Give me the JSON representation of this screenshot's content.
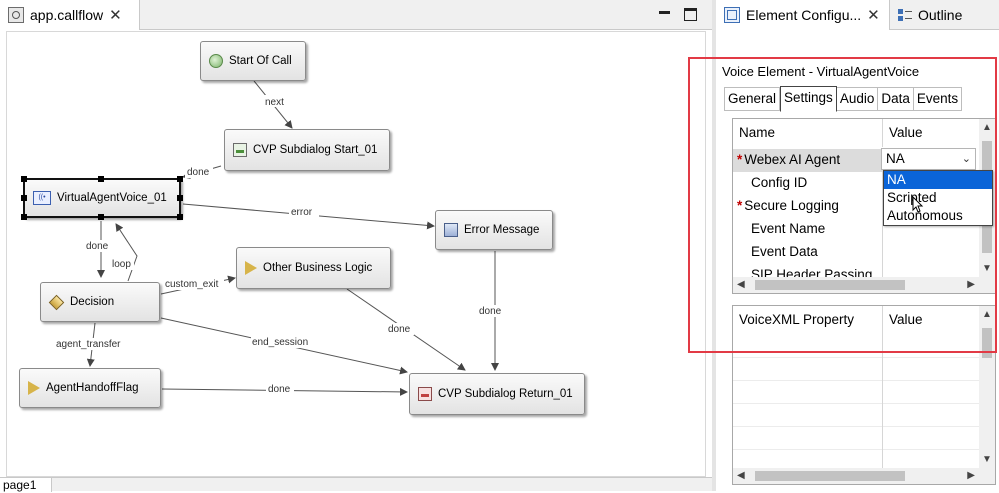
{
  "editor": {
    "tab_title": "app.callflow",
    "bottom_tab": "page1",
    "nodes": {
      "start": "Start Of Call",
      "subdialog_start": "CVP Subdialog Start_01",
      "virtual_agent": "VirtualAgentVoice_01",
      "error_message": "Error Message",
      "other_logic": "Other Business Logic",
      "decision": "Decision",
      "handoff": "AgentHandoffFlag",
      "subdialog_return": "CVP Subdialog Return_01"
    },
    "edges": {
      "next": "next",
      "done_sub": "done",
      "error": "error",
      "done_va": "done",
      "loop": "loop",
      "custom_exit": "custom_exit",
      "end_session": "end_session",
      "agent_transfer": "agent_transfer",
      "done_handoff": "done",
      "done_other": "done",
      "done_error": "done"
    }
  },
  "panel": {
    "tabs": {
      "properties": "Element Configu...",
      "outline": "Outline"
    },
    "title": "Voice Element - VirtualAgentVoice",
    "subtabs": [
      "General",
      "Settings",
      "Audio",
      "Data",
      "Events"
    ],
    "active_subtab": "Settings",
    "settings_grid": {
      "headers": {
        "name": "Name",
        "value": "Value"
      },
      "rows": [
        {
          "name": "Webex AI Agent",
          "value": "NA",
          "required": true
        },
        {
          "name": "Config ID",
          "value": "",
          "required": false
        },
        {
          "name": "Secure Logging",
          "value": "",
          "required": true
        },
        {
          "name": "Event Name",
          "value": "",
          "required": false
        },
        {
          "name": "Event Data",
          "value": "",
          "required": false
        },
        {
          "name": "SIP Header Passing",
          "value": "",
          "required": false
        }
      ]
    },
    "dropdown": {
      "selected": "NA",
      "options": [
        "NA",
        "Scripted",
        "Autonomous"
      ]
    },
    "vxml_grid": {
      "headers": {
        "name": "VoiceXML Property",
        "value": "Value"
      }
    },
    "colors": {
      "highlight": "#e23a45",
      "dropdown_selection": "#0a64d8",
      "required": "#c00000"
    }
  }
}
